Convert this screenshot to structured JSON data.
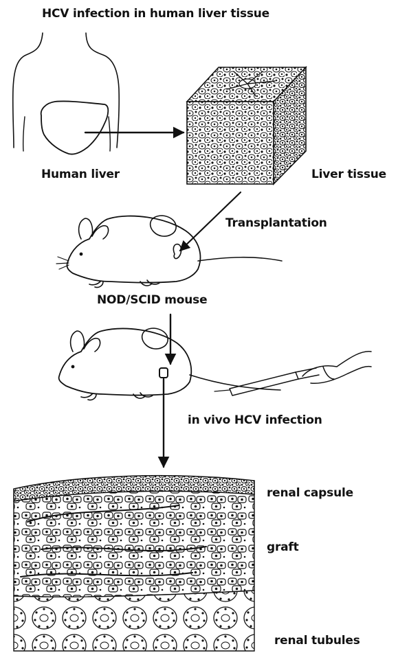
{
  "title": "HCV infection in human liver tissue",
  "labels": {
    "human_liver": "Human liver",
    "liver_tissue": "Liver tissue",
    "transplantation": "Transplantation",
    "mouse": "NOD/SCID mouse",
    "infection": "in vivo HCV infection",
    "renal_capsule": "renal capsule",
    "graft": "graft",
    "renal_tubules": "renal tubules"
  },
  "colors": {
    "ink": "#111111",
    "background": "#ffffff"
  }
}
